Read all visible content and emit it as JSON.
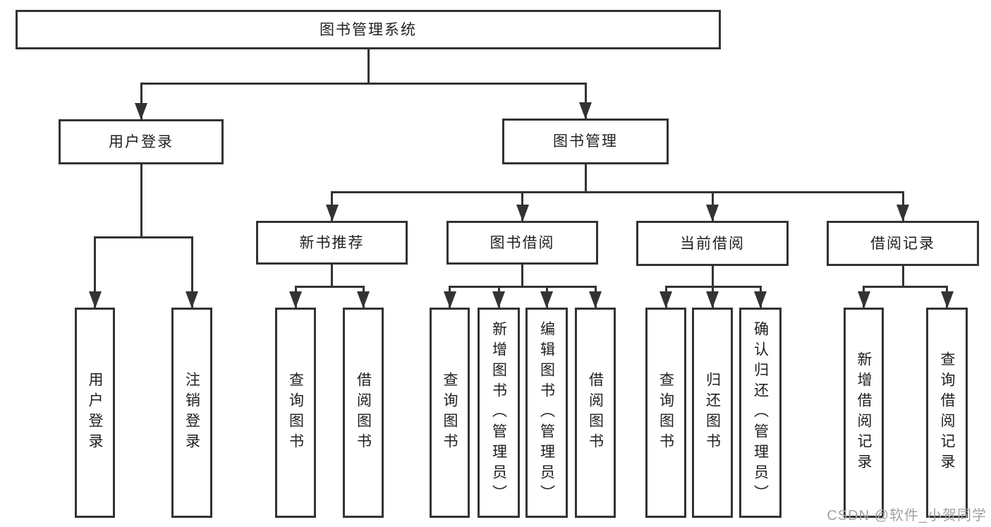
{
  "diagram": {
    "title": "图书管理系统",
    "colors": {
      "line": "#333333",
      "text": "#1f1f1f",
      "box_background": "#ffffff",
      "watermark": "#a4a0a0"
    },
    "nodes": [
      {
        "id": "root",
        "label": "图书管理系统"
      },
      {
        "id": "user-login",
        "label": "用户登录"
      },
      {
        "id": "book-mgmt",
        "label": "图书管理"
      },
      {
        "id": "new-book-rec",
        "label": "新书推荐"
      },
      {
        "id": "book-borrow",
        "label": "图书借阅"
      },
      {
        "id": "current-borrow",
        "label": "当前借阅"
      },
      {
        "id": "borrow-records",
        "label": "借阅记录"
      },
      {
        "id": "user-login-leaf",
        "label": "用户登录"
      },
      {
        "id": "logout-leaf",
        "label": "注销登录"
      },
      {
        "id": "query-books-1",
        "label": "查询图书"
      },
      {
        "id": "borrow-books-1",
        "label": "借阅图书"
      },
      {
        "id": "query-books-2",
        "label": "查询图书"
      },
      {
        "id": "add-book-admin",
        "label": "新增图书（管理员）"
      },
      {
        "id": "edit-book-admin",
        "label": "编辑图书（管理员）"
      },
      {
        "id": "borrow-books-2",
        "label": "借阅图书"
      },
      {
        "id": "query-books-3",
        "label": "查询图书"
      },
      {
        "id": "return-books",
        "label": "归还图书"
      },
      {
        "id": "confirm-return-admin",
        "label": "确认归还（管理员）"
      },
      {
        "id": "add-borrow-record",
        "label": "新增借阅记录"
      },
      {
        "id": "query-borrow-record",
        "label": "查询借阅记录"
      }
    ],
    "edges": [
      {
        "parent": "root",
        "children": [
          "user-login",
          "book-mgmt"
        ]
      },
      {
        "parent": "user-login",
        "children": [
          "user-login-leaf",
          "logout-leaf"
        ]
      },
      {
        "parent": "book-mgmt",
        "children": [
          "new-book-rec",
          "book-borrow",
          "current-borrow",
          "borrow-records"
        ]
      },
      {
        "parent": "new-book-rec",
        "children": [
          "query-books-1",
          "borrow-books-1"
        ]
      },
      {
        "parent": "book-borrow",
        "children": [
          "query-books-2",
          "add-book-admin",
          "edit-book-admin",
          "borrow-books-2"
        ]
      },
      {
        "parent": "current-borrow",
        "children": [
          "query-books-3",
          "return-books",
          "confirm-return-admin"
        ]
      },
      {
        "parent": "borrow-records",
        "children": [
          "add-borrow-record",
          "query-borrow-record"
        ]
      }
    ],
    "watermark": {
      "text": "CSDN @软件_小贺同学"
    }
  }
}
